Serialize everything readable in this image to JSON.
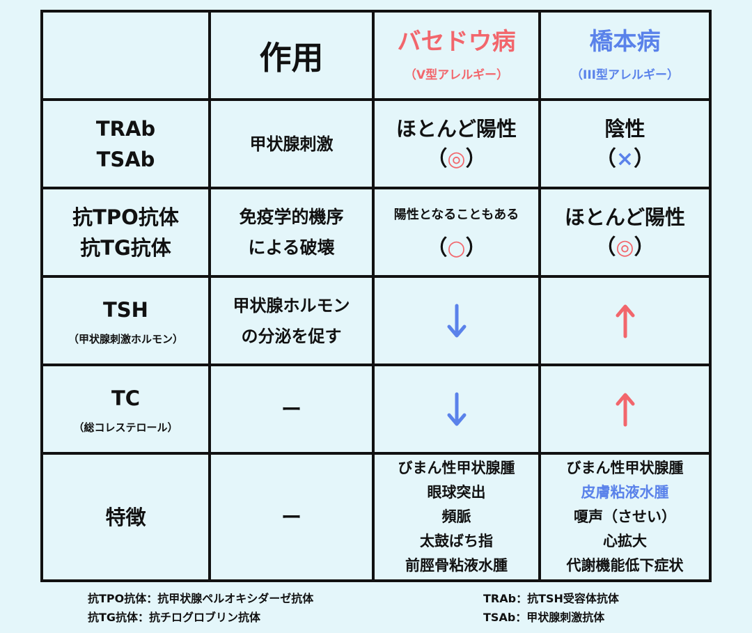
{
  "header": {
    "action": "作用",
    "basedow": "バセドウ病",
    "basedow_type": "（V型アレルギー）",
    "hashimoto": "橋本病",
    "hashimoto_type": "（III型アレルギー）"
  },
  "rows": [
    {
      "label": [
        "TRAb",
        "TSAb"
      ],
      "action": [
        "甲状腺刺激"
      ],
      "basedow": [
        "ほとんど陽性",
        "（◎）"
      ],
      "hashimoto": [
        "陰性",
        "（×）"
      ]
    },
    {
      "label": [
        "抗TPO抗体",
        "抗TG抗体"
      ],
      "action": [
        "免疫学的機序",
        "による破壊"
      ],
      "basedow": [
        "陽性となることもある",
        "（○）"
      ],
      "hashimoto": [
        "ほとんど陽性",
        "（◎）"
      ]
    },
    {
      "label": [
        "TSH",
        "（甲状腺刺激ホルモン）"
      ],
      "action": [
        "甲状腺ホルモン",
        "の分泌を促す"
      ],
      "basedow_arrow": "down-arrow-icon",
      "hashimoto_arrow": "up-arrow-icon"
    },
    {
      "label": [
        "TC",
        "（総コレステロール）"
      ],
      "action": [
        "ー"
      ],
      "basedow_arrow": "down-arrow-icon",
      "hashimoto_arrow": "up-arrow-icon"
    },
    {
      "label": [
        "特徴"
      ],
      "action": [
        "ー"
      ],
      "basedow": [
        "びまん性甲状腺腫",
        "眼球突出",
        "頻脈",
        "太鼓ばち指",
        "前脛骨粘液水腫"
      ],
      "hashimoto": [
        "びまん性甲状腺腫",
        "皮膚粘液水腫",
        "嗄声（させい）",
        "心拡大",
        "代謝機能低下症状"
      ]
    }
  ],
  "notes": {
    "left": [
      "抗TPO抗体：抗甲状腺ペルオキシダーゼ抗体",
      "抗TG抗体：抗チログロブリン抗体"
    ],
    "right": [
      "TRAb：抗TSH受容体抗体",
      "TSAb：甲状腺刺激抗体"
    ]
  },
  "colors": {
    "pink": "#f2666c",
    "blue": "#5a82ea",
    "background": "#e4f6fa"
  }
}
